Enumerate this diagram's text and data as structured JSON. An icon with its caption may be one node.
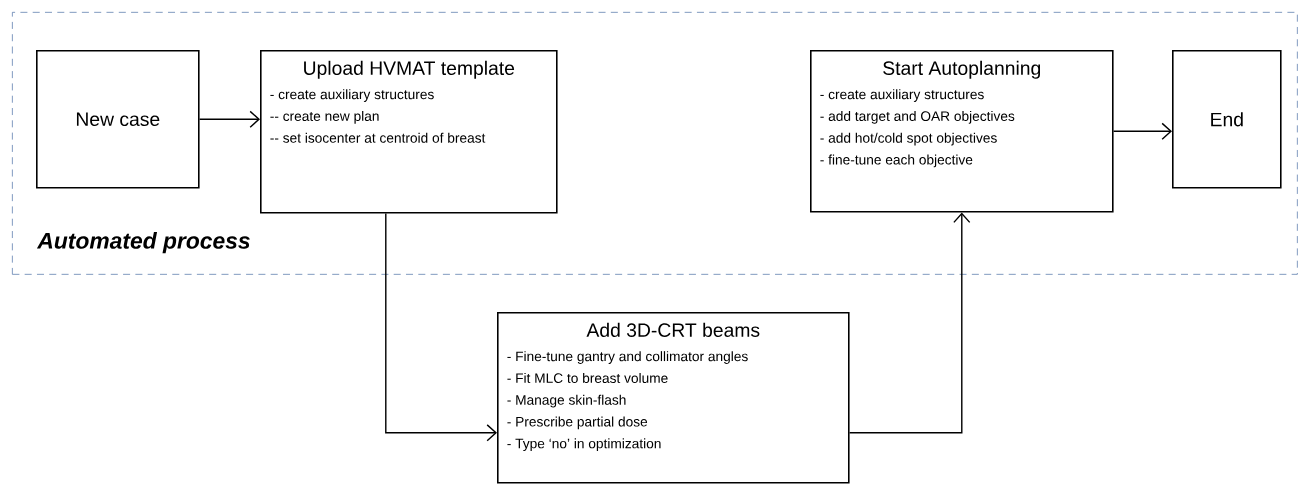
{
  "diagram": {
    "nodes": [
      {
        "text": [
          "Automated process"
        ]
      },
      {
        "text": [
          "New case"
        ],
        "in": 0
      },
      {
        "text": [
          "Upload HVMAT template",
          "-  create auxiliary structures",
          "-- create new plan",
          "-- set isocenter at centroid of breast"
        ],
        "in": 0
      },
      {
        "text": [
          "Add 3D-CRT beams",
          "- Fine-tune gantry and collimator angles",
          "- Fit MLC to breast volume",
          "- Manage skin-flash",
          "- Prescribe partial dose",
          "- Type ‘no’ in optimization"
        ]
      },
      {
        "text": [
          "Start Autoplanning",
          "- create auxiliary structures",
          "- add target and OAR  objectives",
          "- add  hot/cold  spot objectives",
          "- fine-tune each objective"
        ],
        "in": 0
      },
      {
        "text": [
          "End"
        ],
        "in": 0
      }
    ],
    "edges": [
      {
        "from": 1,
        "to": 2,
        "arrow": "to"
      },
      {
        "from": 2,
        "to": 3,
        "arrow": "to"
      },
      {
        "from": 3,
        "to": 4,
        "arrow": "to"
      },
      {
        "from": 4,
        "to": 5,
        "arrow": "to"
      }
    ]
  }
}
